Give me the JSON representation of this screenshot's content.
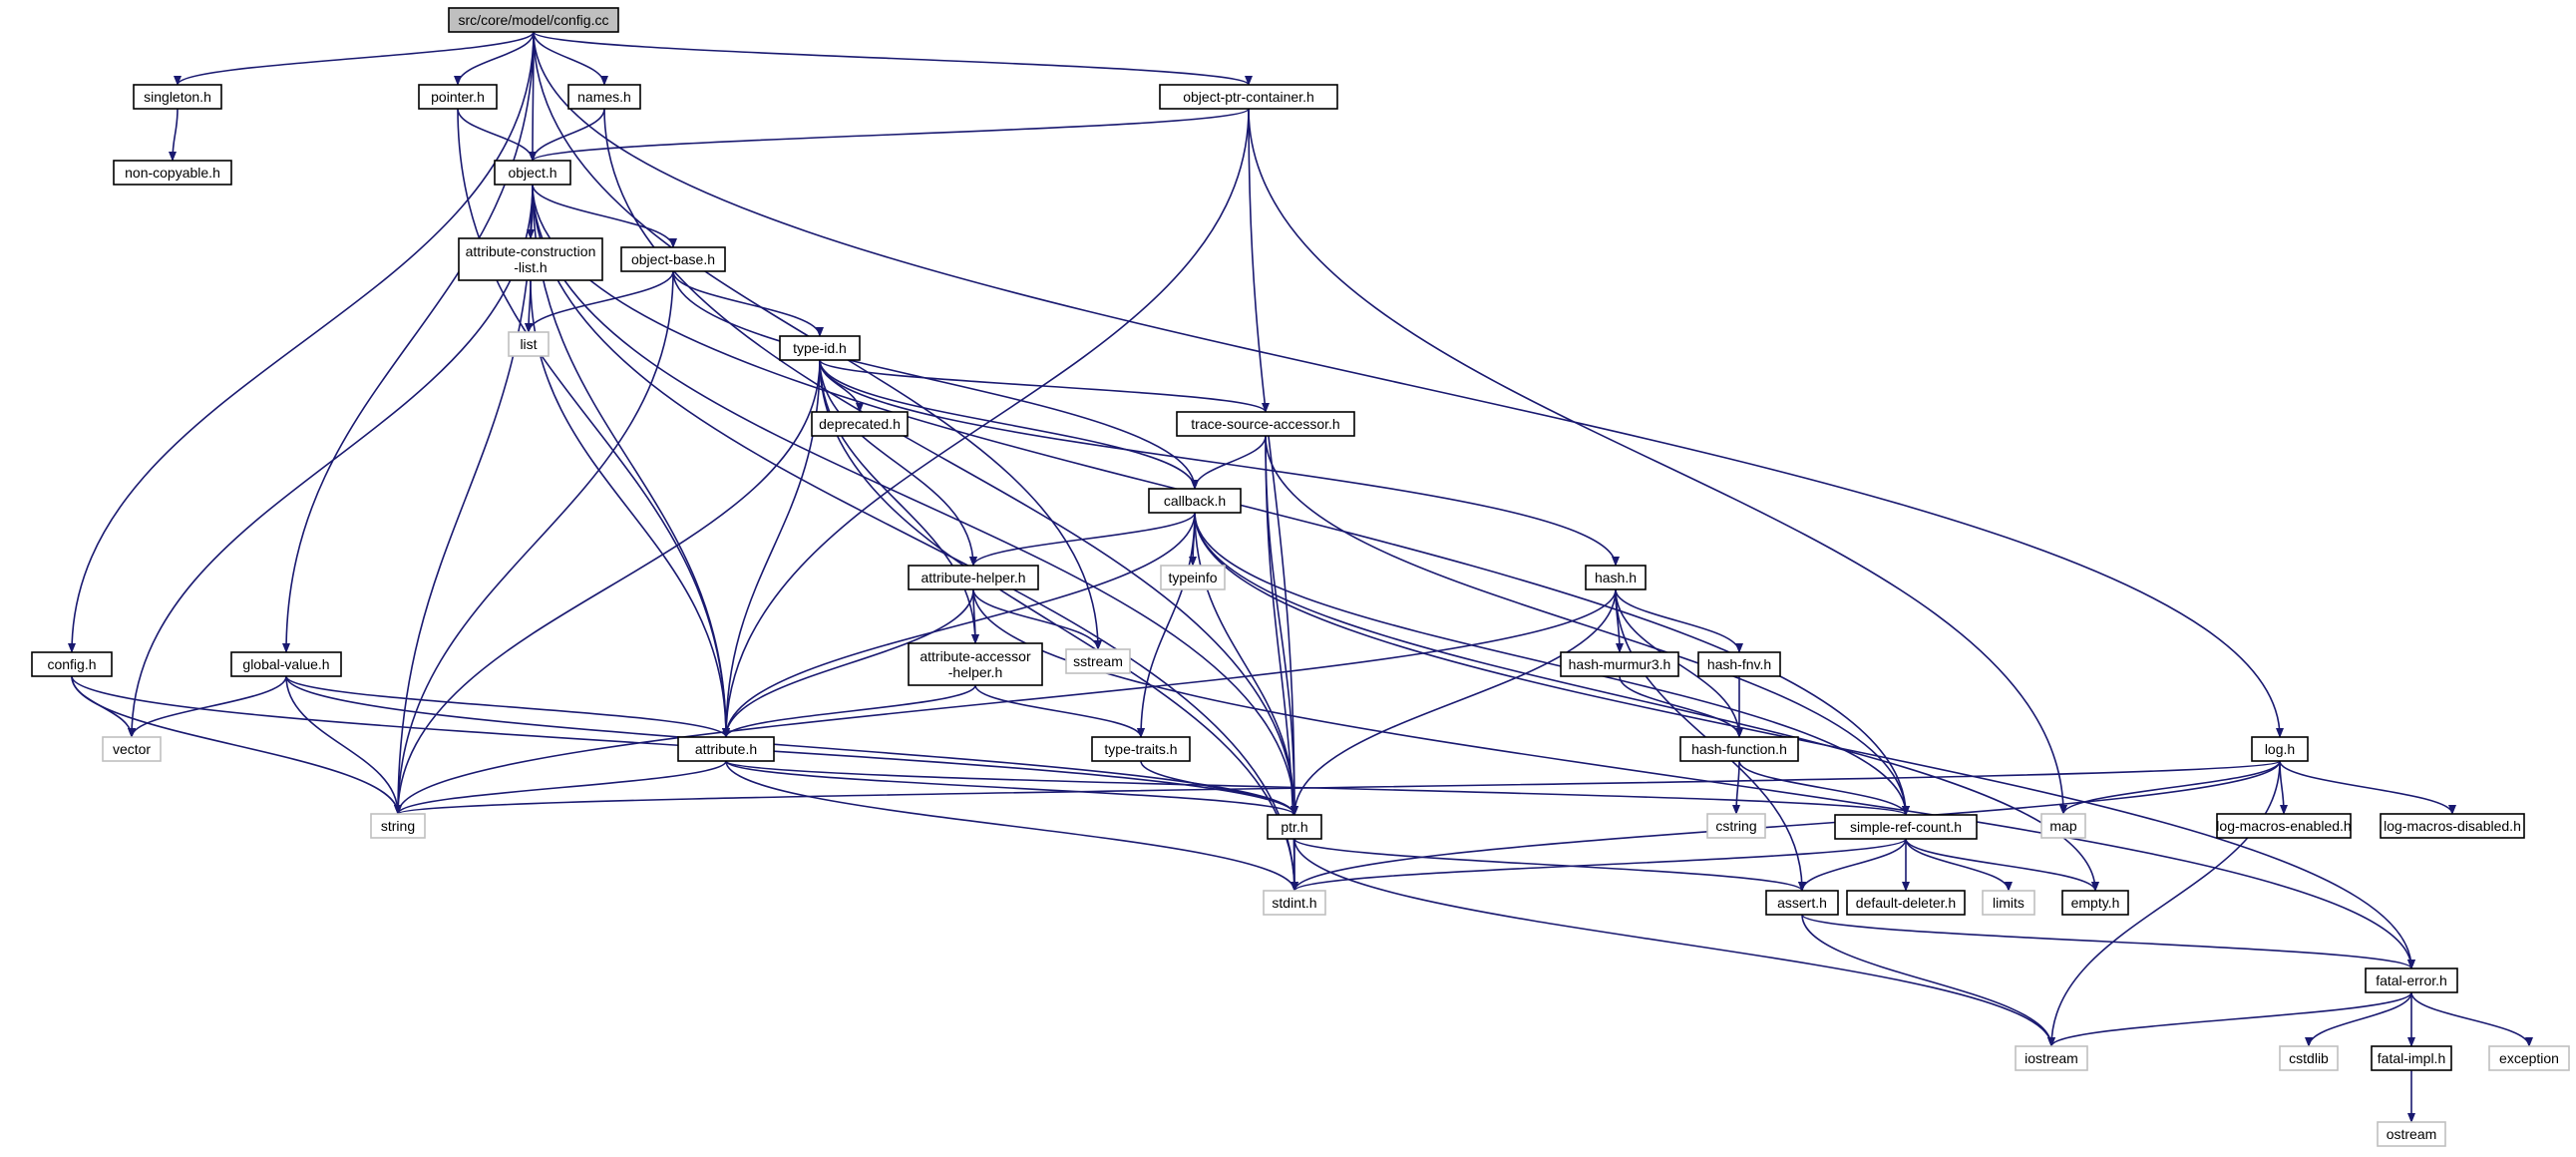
{
  "graph": {
    "title": "",
    "colors": {
      "edge": "#191970",
      "box_border": "#000000",
      "external_border": "#bfbfbf",
      "root_fill": "#bfbfbf",
      "background": "#ffffff"
    },
    "nodes": [
      {
        "id": "config_cc",
        "label": "src/core/model/config.cc",
        "kind": "root"
      },
      {
        "id": "singleton_h",
        "label": "singleton.h",
        "kind": "internal"
      },
      {
        "id": "noncopyable_h",
        "label": "non-copyable.h",
        "kind": "internal"
      },
      {
        "id": "pointer_h",
        "label": "pointer.h",
        "kind": "internal"
      },
      {
        "id": "names_h",
        "label": "names.h",
        "kind": "internal"
      },
      {
        "id": "opc_h",
        "label": "object-ptr-container.h",
        "kind": "internal"
      },
      {
        "id": "object_h",
        "label": "object.h",
        "kind": "internal"
      },
      {
        "id": "acl_h",
        "label": "attribute-construction\n-list.h",
        "kind": "internal"
      },
      {
        "id": "objbase_h",
        "label": "object-base.h",
        "kind": "internal"
      },
      {
        "id": "list",
        "label": "list",
        "kind": "external"
      },
      {
        "id": "typeid_h",
        "label": "type-id.h",
        "kind": "internal"
      },
      {
        "id": "deprecated_h",
        "label": "deprecated.h",
        "kind": "internal"
      },
      {
        "id": "tsa_h",
        "label": "trace-source-accessor.h",
        "kind": "internal"
      },
      {
        "id": "callback_h",
        "label": "callback.h",
        "kind": "internal"
      },
      {
        "id": "typeinfo",
        "label": "typeinfo",
        "kind": "external"
      },
      {
        "id": "attrhelper_h",
        "label": "attribute-helper.h",
        "kind": "internal"
      },
      {
        "id": "sstream",
        "label": "sstream",
        "kind": "external"
      },
      {
        "id": "aah_h",
        "label": "attribute-accessor\n-helper.h",
        "kind": "internal"
      },
      {
        "id": "hash_h",
        "label": "hash.h",
        "kind": "internal"
      },
      {
        "id": "hashm3_h",
        "label": "hash-murmur3.h",
        "kind": "internal"
      },
      {
        "id": "hashfnv_h",
        "label": "hash-fnv.h",
        "kind": "internal"
      },
      {
        "id": "hashfunc_h",
        "label": "hash-function.h",
        "kind": "internal"
      },
      {
        "id": "config_h",
        "label": "config.h",
        "kind": "internal"
      },
      {
        "id": "globalvalue_h",
        "label": "global-value.h",
        "kind": "internal"
      },
      {
        "id": "vector",
        "label": "vector",
        "kind": "external"
      },
      {
        "id": "attribute_h",
        "label": "attribute.h",
        "kind": "internal"
      },
      {
        "id": "typetraits_h",
        "label": "type-traits.h",
        "kind": "internal"
      },
      {
        "id": "string",
        "label": "string",
        "kind": "external"
      },
      {
        "id": "ptr_h",
        "label": "ptr.h",
        "kind": "internal"
      },
      {
        "id": "src_h",
        "label": "simple-ref-count.h",
        "kind": "internal"
      },
      {
        "id": "cstring",
        "label": "cstring",
        "kind": "external"
      },
      {
        "id": "log_h",
        "label": "log.h",
        "kind": "internal"
      },
      {
        "id": "map",
        "label": "map",
        "kind": "external"
      },
      {
        "id": "lme_h",
        "label": "log-macros-enabled.h",
        "kind": "internal"
      },
      {
        "id": "lmd_h",
        "label": "log-macros-disabled.h",
        "kind": "internal"
      },
      {
        "id": "stdint_h",
        "label": "stdint.h",
        "kind": "external"
      },
      {
        "id": "assert_h",
        "label": "assert.h",
        "kind": "internal"
      },
      {
        "id": "defdel_h",
        "label": "default-deleter.h",
        "kind": "internal"
      },
      {
        "id": "limits",
        "label": "limits",
        "kind": "external"
      },
      {
        "id": "empty_h",
        "label": "empty.h",
        "kind": "internal"
      },
      {
        "id": "fatalerror_h",
        "label": "fatal-error.h",
        "kind": "internal"
      },
      {
        "id": "iostream",
        "label": "iostream",
        "kind": "external"
      },
      {
        "id": "cstdlib",
        "label": "cstdlib",
        "kind": "external"
      },
      {
        "id": "fatalimpl_h",
        "label": "fatal-impl.h",
        "kind": "internal"
      },
      {
        "id": "exception",
        "label": "exception",
        "kind": "external"
      },
      {
        "id": "ostream",
        "label": "ostream",
        "kind": "external"
      }
    ],
    "edges": [
      [
        "config_cc",
        "singleton_h"
      ],
      [
        "config_cc",
        "pointer_h"
      ],
      [
        "config_cc",
        "object_h"
      ],
      [
        "config_cc",
        "names_h"
      ],
      [
        "config_cc",
        "opc_h"
      ],
      [
        "config_cc",
        "config_h"
      ],
      [
        "config_cc",
        "globalvalue_h"
      ],
      [
        "config_cc",
        "sstream"
      ],
      [
        "config_cc",
        "log_h"
      ],
      [
        "singleton_h",
        "noncopyable_h"
      ],
      [
        "pointer_h",
        "object_h"
      ],
      [
        "pointer_h",
        "attribute_h"
      ],
      [
        "names_h",
        "object_h"
      ],
      [
        "names_h",
        "ptr_h"
      ],
      [
        "opc_h",
        "object_h"
      ],
      [
        "opc_h",
        "attribute_h"
      ],
      [
        "opc_h",
        "ptr_h"
      ],
      [
        "opc_h",
        "map"
      ],
      [
        "object_h",
        "acl_h"
      ],
      [
        "object_h",
        "objbase_h"
      ],
      [
        "object_h",
        "vector"
      ],
      [
        "object_h",
        "string"
      ],
      [
        "object_h",
        "stdint_h"
      ],
      [
        "object_h",
        "attribute_h"
      ],
      [
        "object_h",
        "ptr_h"
      ],
      [
        "object_h",
        "src_h"
      ],
      [
        "acl_h",
        "list"
      ],
      [
        "acl_h",
        "attribute_h"
      ],
      [
        "objbase_h",
        "list"
      ],
      [
        "objbase_h",
        "typeid_h"
      ],
      [
        "objbase_h",
        "string"
      ],
      [
        "objbase_h",
        "callback_h"
      ],
      [
        "typeid_h",
        "deprecated_h"
      ],
      [
        "typeid_h",
        "tsa_h"
      ],
      [
        "typeid_h",
        "callback_h"
      ],
      [
        "typeid_h",
        "attrhelper_h"
      ],
      [
        "typeid_h",
        "aah_h"
      ],
      [
        "typeid_h",
        "attribute_h"
      ],
      [
        "typeid_h",
        "string"
      ],
      [
        "typeid_h",
        "stdint_h"
      ],
      [
        "typeid_h",
        "hash_h"
      ],
      [
        "tsa_h",
        "callback_h"
      ],
      [
        "tsa_h",
        "ptr_h"
      ],
      [
        "tsa_h",
        "src_h"
      ],
      [
        "tsa_h",
        "stdint_h"
      ],
      [
        "callback_h",
        "typeinfo"
      ],
      [
        "callback_h",
        "attrhelper_h"
      ],
      [
        "callback_h",
        "typetraits_h"
      ],
      [
        "callback_h",
        "ptr_h"
      ],
      [
        "callback_h",
        "attribute_h"
      ],
      [
        "callback_h",
        "src_h"
      ],
      [
        "callback_h",
        "empty_h"
      ],
      [
        "callback_h",
        "fatalerror_h"
      ],
      [
        "attrhelper_h",
        "aah_h"
      ],
      [
        "attrhelper_h",
        "sstream"
      ],
      [
        "attrhelper_h",
        "attribute_h"
      ],
      [
        "attrhelper_h",
        "fatalerror_h"
      ],
      [
        "aah_h",
        "attribute_h"
      ],
      [
        "aah_h",
        "typetraits_h"
      ],
      [
        "hash_h",
        "hashm3_h"
      ],
      [
        "hash_h",
        "hashfnv_h"
      ],
      [
        "hash_h",
        "hashfunc_h"
      ],
      [
        "hash_h",
        "string"
      ],
      [
        "hash_h",
        "ptr_h"
      ],
      [
        "hash_h",
        "assert_h"
      ],
      [
        "hashm3_h",
        "hashfunc_h"
      ],
      [
        "hashfnv_h",
        "hashfunc_h"
      ],
      [
        "hashfunc_h",
        "cstring"
      ],
      [
        "hashfunc_h",
        "src_h"
      ],
      [
        "config_h",
        "vector"
      ],
      [
        "config_h",
        "string"
      ],
      [
        "config_h",
        "ptr_h"
      ],
      [
        "globalvalue_h",
        "vector"
      ],
      [
        "globalvalue_h",
        "string"
      ],
      [
        "globalvalue_h",
        "attribute_h"
      ],
      [
        "globalvalue_h",
        "ptr_h"
      ],
      [
        "attribute_h",
        "string"
      ],
      [
        "attribute_h",
        "ptr_h"
      ],
      [
        "attribute_h",
        "src_h"
      ],
      [
        "attribute_h",
        "stdint_h"
      ],
      [
        "typetraits_h",
        "ptr_h"
      ],
      [
        "ptr_h",
        "stdint_h"
      ],
      [
        "ptr_h",
        "assert_h"
      ],
      [
        "ptr_h",
        "iostream"
      ],
      [
        "src_h",
        "stdint_h"
      ],
      [
        "src_h",
        "assert_h"
      ],
      [
        "src_h",
        "defdel_h"
      ],
      [
        "src_h",
        "limits"
      ],
      [
        "src_h",
        "empty_h"
      ],
      [
        "log_h",
        "map"
      ],
      [
        "log_h",
        "lme_h"
      ],
      [
        "log_h",
        "lmd_h"
      ],
      [
        "log_h",
        "string"
      ],
      [
        "log_h",
        "iostream"
      ],
      [
        "log_h",
        "stdint_h"
      ],
      [
        "assert_h",
        "fatalerror_h"
      ],
      [
        "assert_h",
        "iostream"
      ],
      [
        "fatalerror_h",
        "iostream"
      ],
      [
        "fatalerror_h",
        "cstdlib"
      ],
      [
        "fatalerror_h",
        "fatalimpl_h"
      ],
      [
        "fatalerror_h",
        "exception"
      ],
      [
        "fatalimpl_h",
        "ostream"
      ]
    ]
  }
}
